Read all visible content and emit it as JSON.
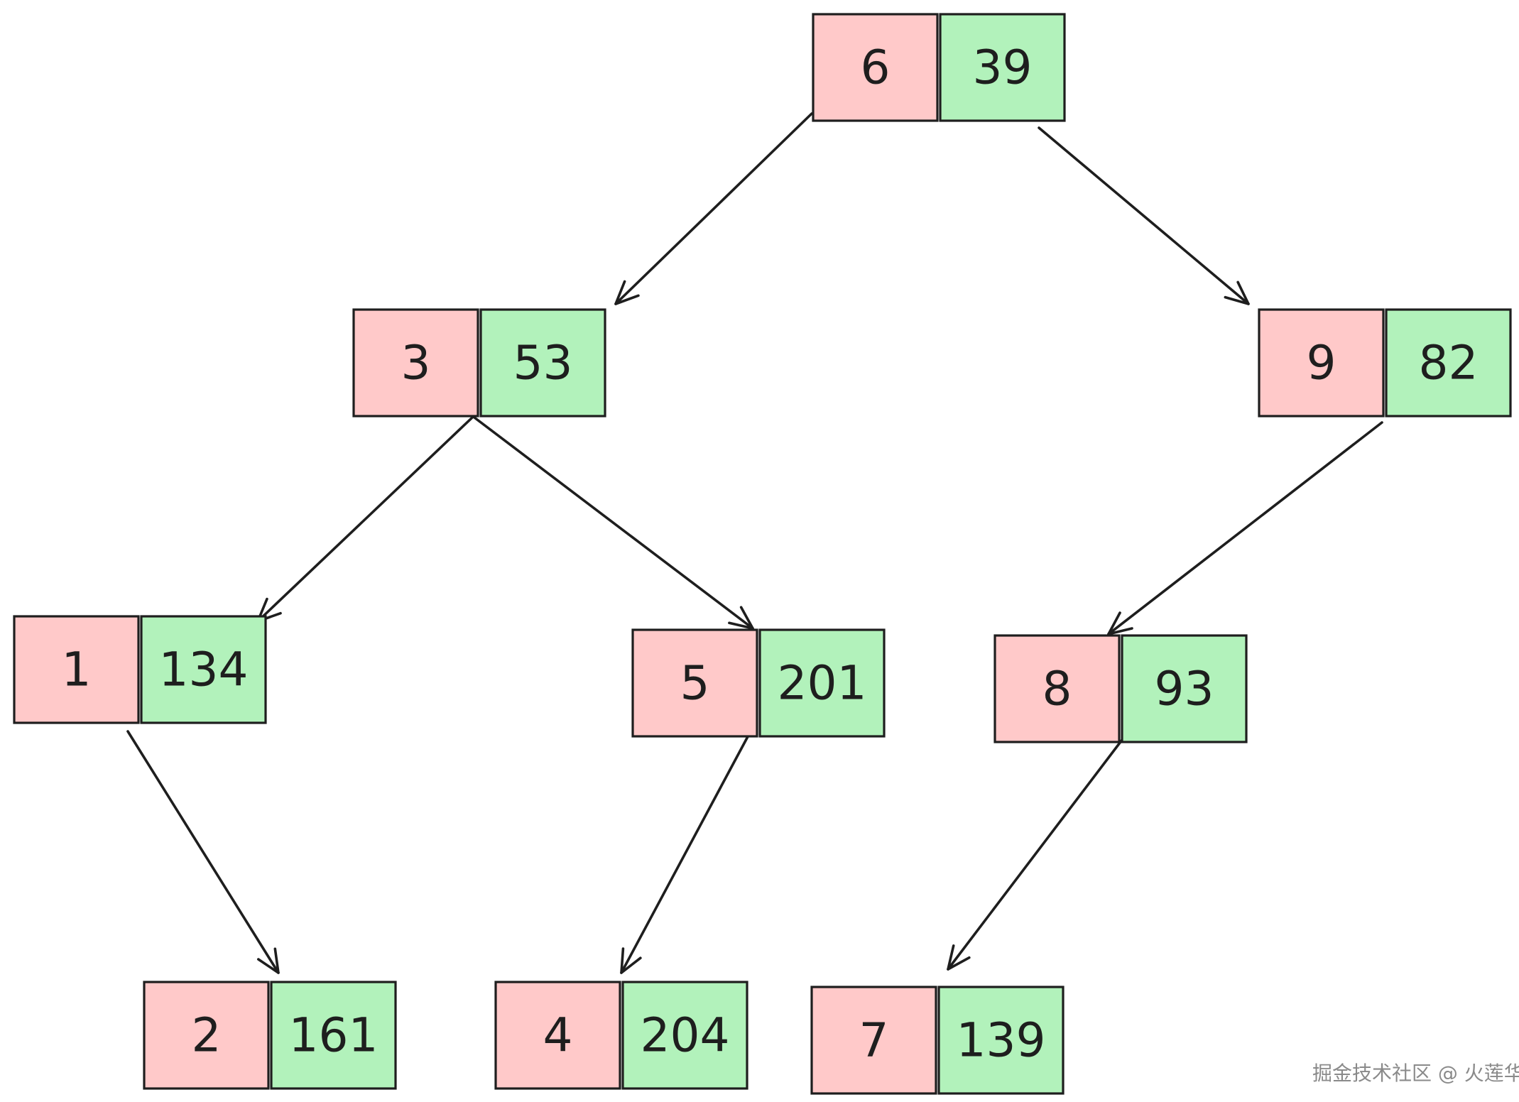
{
  "tree": {
    "nodes": [
      {
        "id": "n6",
        "key": "6",
        "value": "39"
      },
      {
        "id": "n3",
        "key": "3",
        "value": "53"
      },
      {
        "id": "n9",
        "key": "9",
        "value": "82"
      },
      {
        "id": "n1",
        "key": "1",
        "value": "134"
      },
      {
        "id": "n5",
        "key": "5",
        "value": "201"
      },
      {
        "id": "n8",
        "key": "8",
        "value": "93"
      },
      {
        "id": "n2",
        "key": "2",
        "value": "161"
      },
      {
        "id": "n4",
        "key": "4",
        "value": "204"
      },
      {
        "id": "n7",
        "key": "7",
        "value": "139"
      }
    ],
    "edges": [
      {
        "from": "n6",
        "to": "n3"
      },
      {
        "from": "n6",
        "to": "n9"
      },
      {
        "from": "n3",
        "to": "n1"
      },
      {
        "from": "n3",
        "to": "n5"
      },
      {
        "from": "n9",
        "to": "n8"
      },
      {
        "from": "n1",
        "to": "n2"
      },
      {
        "from": "n5",
        "to": "n4"
      },
      {
        "from": "n8",
        "to": "n7"
      }
    ]
  },
  "colors": {
    "key_fill": "#ffc9c9",
    "value_fill": "#b2f2bb",
    "stroke": "#1e1e1e"
  },
  "watermark": "掘金技术社区 @ 火莲华"
}
